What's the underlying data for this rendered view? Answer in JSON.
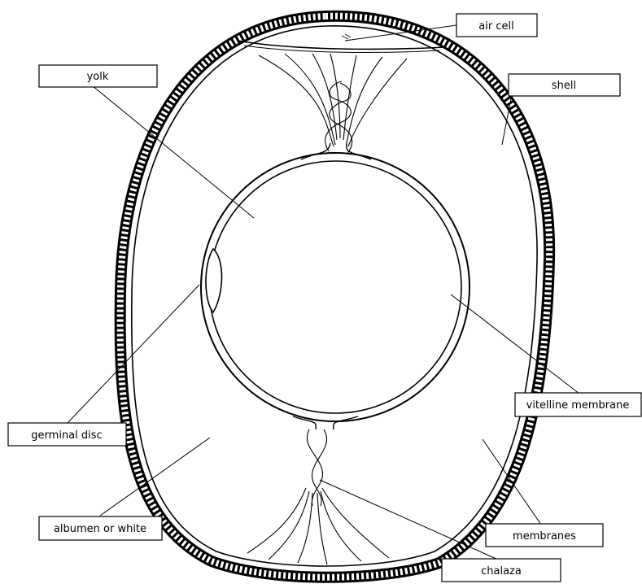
{
  "labels": {
    "air_cell": "air cell",
    "yolk": "yolk",
    "shell": "shell",
    "vitelline_membrane": "vitelline membrane",
    "germinal_disc": "germinal disc",
    "albumen": "albumen or white",
    "membranes": "membranes",
    "chalaza": "chalaza"
  }
}
